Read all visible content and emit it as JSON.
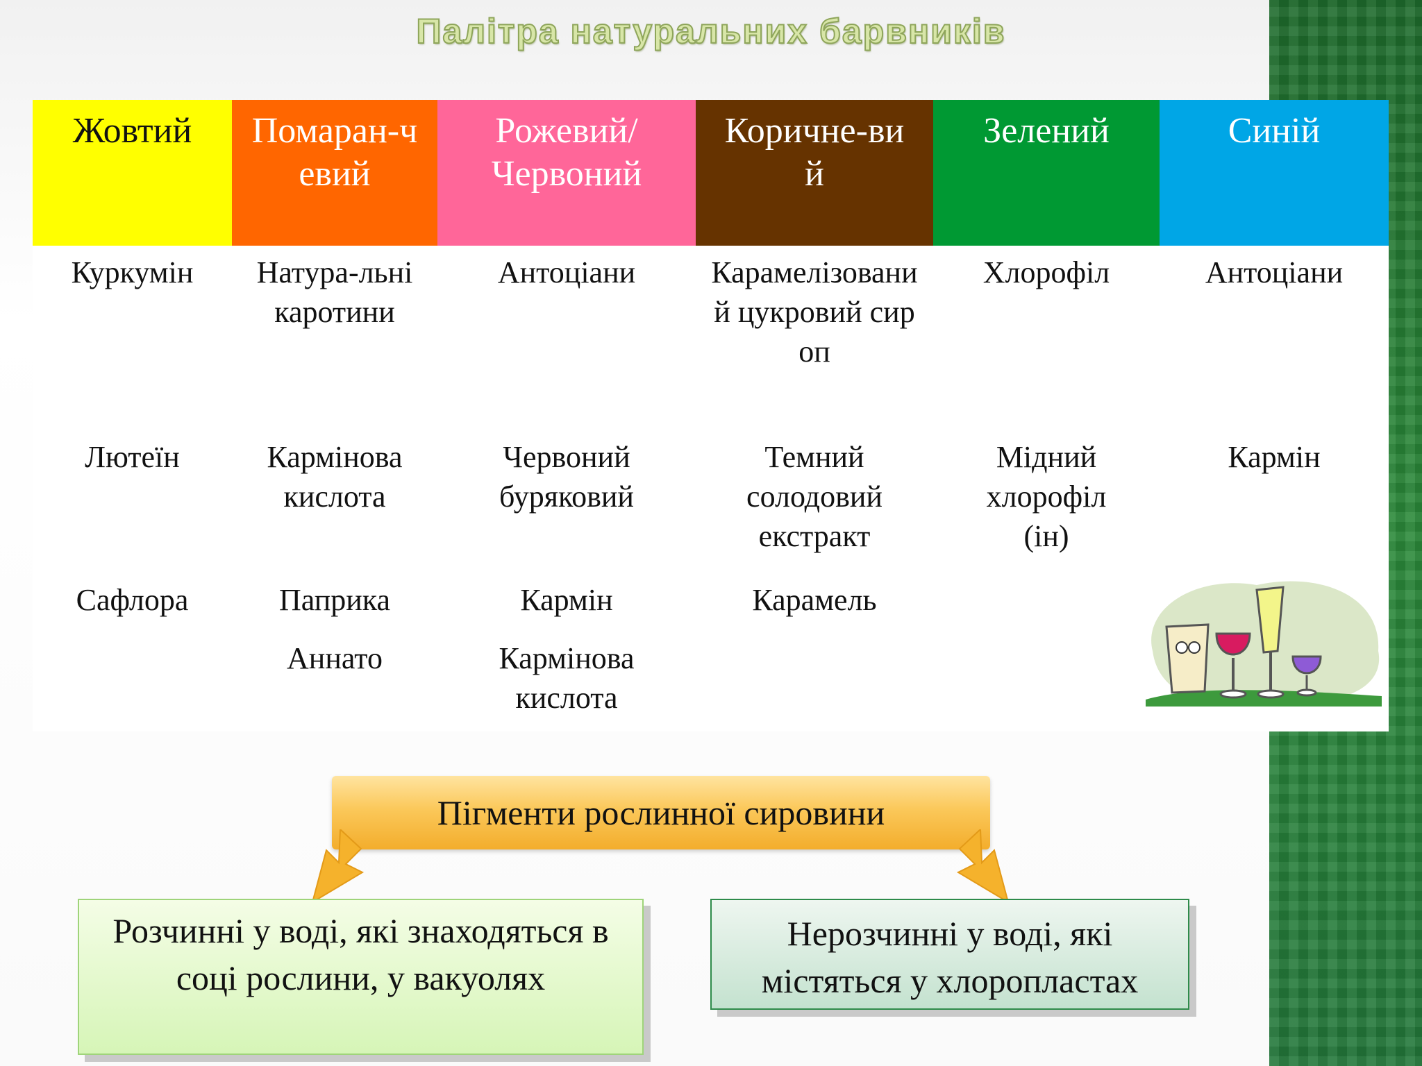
{
  "title": "Палітра натуральних  барвників",
  "columns": [
    {
      "header": "Жовтий",
      "header_bg": "#ffff00",
      "header_fg": "#111111",
      "cells": [
        "Куркумін",
        "Лютеїн",
        "Сафлора",
        ""
      ]
    },
    {
      "header": "Помаран-чевий",
      "header_bg": "#ff6600",
      "header_fg": "#ffffff",
      "cells": [
        "Натура-льні каротини",
        "Кармінова кислота",
        "Паприка",
        "Аннато"
      ]
    },
    {
      "header": "Рожевий/ Червоний",
      "header_bg": "#ff6699",
      "header_fg": "#ffffff",
      "cells": [
        "Антоціани",
        "Червоний буряковий",
        "Кармін",
        "Кармінова кислота"
      ]
    },
    {
      "header": "Коричне-вий",
      "header_bg": "#663300",
      "header_fg": "#ffffff",
      "cells": [
        "Карамелізований цукровий сироп",
        "Темний солодовий екстракт",
        "Карамель",
        ""
      ]
    },
    {
      "header": "Зелений",
      "header_bg": "#009933",
      "header_fg": "#ffffff",
      "cells": [
        "Хлорофіл",
        "Мідний хлорофіл (ін)",
        "",
        ""
      ]
    },
    {
      "header": "Синій",
      "header_bg": "#00a6e6",
      "header_fg": "#ffffff",
      "cells": [
        "Антоціани",
        "Кармін",
        "",
        ""
      ]
    }
  ],
  "diagram": {
    "root": "Пігменти рослинної сировини",
    "left": "Розчинні у воді, які знаходяться в соці рослини, у вакуолях",
    "right": "Нерозчинні у воді, які містяться у хлоропластах"
  },
  "colors": {
    "side_band": "#2b8a3a",
    "arrow": "#f7b733",
    "left_box": "#d6f5b7",
    "right_box": "#c4e2cf"
  },
  "decoration": {
    "icon": "cartoon-drink-glasses-icon"
  }
}
